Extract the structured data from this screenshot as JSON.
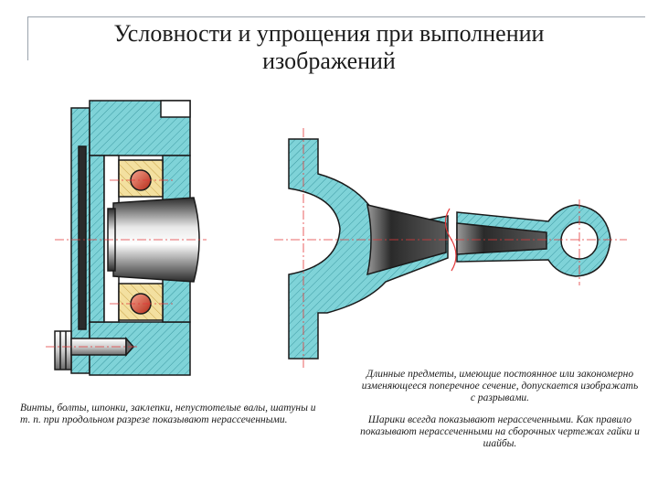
{
  "slide": {
    "title_line1": "Условности и упрощения при выполнении",
    "title_line2": "изображений"
  },
  "captions": {
    "left": "Винты, болты, шпонки, заклепки, непустотелые валы, шатуны и т. п. при продольном разрезе показывают нерассеченными.",
    "right_long": "Длинные предметы, имеющие постоянное или закономерно изменяющееся поперечное сечение, допускается изображать с разрывами.",
    "right_balls": "Шарики всегда показывают нерассеченными. Как правило показывают нерассеченными на сборочных чертежах гайки и шайбы."
  },
  "colors": {
    "hatch_fill": "#7fd3d8",
    "bearing": "#f3e0a0",
    "ball": "#d9432f",
    "outline": "#1a1a1a",
    "shaft_dark": "#3a3a3a"
  }
}
